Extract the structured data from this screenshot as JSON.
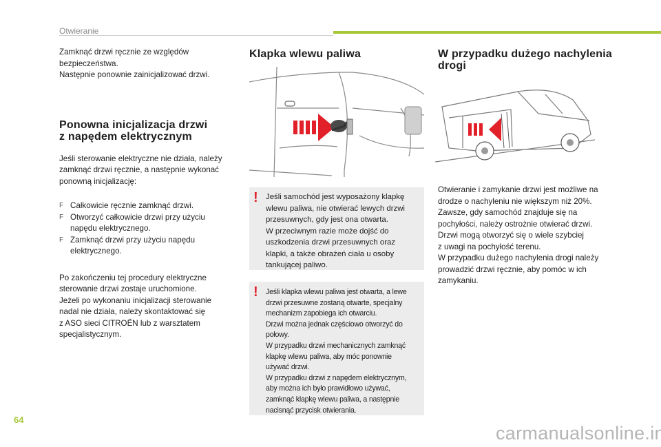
{
  "header": {
    "section": "Otwieranie"
  },
  "col1": {
    "intro": [
      "Zamknąć drzwi ręcznie ze względów",
      "bezpieczeństwa.",
      "Następnie ponownie zainicjalizować drzwi."
    ],
    "heading": [
      "Ponowna inicjalizacja drzwi",
      "z napędem elektrycznym"
    ],
    "para1": [
      "Jeśli sterowanie elektryczne nie działa, należy",
      "zamknąć drzwi ręcznie, a następnie wykonać",
      "ponowną inicjalizację:"
    ],
    "bullet_marker": "F",
    "bullets": [
      [
        "Całkowicie ręcznie zamknąć drzwi."
      ],
      [
        "Otworzyć całkowicie drzwi przy użyciu",
        "napędu elektrycznego."
      ],
      [
        "Zamknąć drzwi przy użyciu napędu",
        "elektrycznego."
      ]
    ],
    "para2": [
      "Po zakończeniu tej procedury elektryczne",
      "sterowanie drzwi zostaje uruchomione.",
      "Jeżeli po wykonaniu inicjalizacji sterowanie",
      "nadal nie działa, należy skontaktować się",
      "z ASO sieci CITROËN lub z warsztatem",
      "specjalistycznym."
    ]
  },
  "col2": {
    "heading": "Klapka wlewu paliwa",
    "warning_icon": "!",
    "warning1": [
      "Jeśli samochód jest wyposażony klapkę",
      "wlewu paliwa, nie otwierać lewych drzwi",
      "przesuwnych, gdy jest ona otwarta.",
      "W przeciwnym razie może dojść do",
      "uszkodzenia drzwi przesuwnych oraz",
      "klapki, a także obrażeń ciała u osoby",
      "tankującej paliwo."
    ],
    "warning2": [
      "Jeśli klapka wlewu paliwa jest otwarta, a lewe",
      "drzwi przesuwne zostaną otwarte, specjalny",
      "mechanizm zapobiega ich otwarciu.",
      "Drzwi można jednak częściowo otworzyć do",
      "połowy.",
      "W przypadku drzwi mechanicznych zamknąć",
      "klapkę wlewu paliwa, aby móc ponownie",
      "używać drzwi.",
      "W przypadku drzwi z napędem elektrycznym,",
      "aby można ich było prawidłowo używać,",
      "zamknąć klapkę wlewu paliwa, a następnie",
      "nacisnąć przycisk otwierania."
    ]
  },
  "col3": {
    "heading": [
      "W przypadku dużego nachylenia",
      "drogi"
    ],
    "para": [
      "Otwieranie i zamykanie drzwi jest możliwe na",
      "drodze o nachyleniu nie większym niż 20%.",
      "Zawsze, gdy samochód znajduje się na",
      "pochyłości, należy ostrożnie otwierać drzwi.",
      "Drzwi mogą otworzyć się o wiele szybciej",
      "z uwagi na pochyłość terenu.",
      "W przypadku dużego nachylenia drogi należy",
      "prowadzić drzwi ręcznie, aby pomóc w ich",
      "zamykaniu."
    ]
  },
  "footer": {
    "page_number": "64",
    "watermark": "carmanualsonline.info"
  },
  "colors": {
    "accent": "#a8c83a",
    "warning": "#e2202a",
    "note_bg": "#ececec"
  }
}
